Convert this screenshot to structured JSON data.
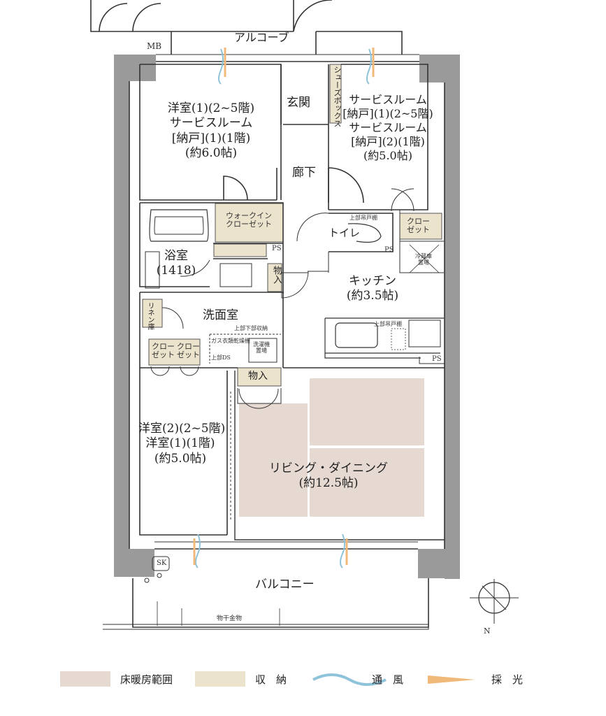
{
  "rooms": {
    "alcove": "アルコーブ",
    "mb": "MB",
    "entrance": "玄関",
    "shoe_box": "シューズボックス",
    "corridor": "廊下",
    "western1": [
      "洋室(1)(2~5階)",
      "サービスルーム",
      "[納戸](1)(1階)",
      "(約6.0帖)"
    ],
    "service": [
      "サービスルーム",
      "[納戸](1)(2~5階)",
      "サービスルーム",
      "[納戸](2)(1階)",
      "(約5.0帖)"
    ],
    "wic": [
      "ウォークイン",
      "クローゼット"
    ],
    "ps": "PS",
    "bath": [
      "浴室",
      "(1418)"
    ],
    "storage": "物入",
    "toilet": "トイレ",
    "upper_shelf": "上部吊戸棚",
    "closet": [
      "クロー",
      "ゼット"
    ],
    "fridge": [
      "冷蔵庫",
      "置場"
    ],
    "kitchen": [
      "キッチン",
      "(約3.5帖)"
    ],
    "linen": "リネン庫",
    "washroom": "洗面室",
    "under_storage": "上部下部収納",
    "gas_dryer": "ガス衣類乾燥機",
    "washer": [
      "洗濯機",
      "置場"
    ],
    "upper_ds": "上部DS",
    "western2": [
      "洋室(2)(2~5階)",
      "洋室(1)(1階)",
      "(約5.0帖)"
    ],
    "living": [
      "リビング・ダイニング",
      "(約12.5帖)"
    ],
    "sk": "SK",
    "balcony": "バルコニー",
    "laundry_hanger": "物干金物",
    "north": "N"
  },
  "legend": [
    {
      "label": "床暖房範囲",
      "color": "#e6d9d2"
    },
    {
      "label": "収　納",
      "color": "#ece3cd"
    },
    {
      "label": "通　風",
      "color": "#8fc3d9"
    },
    {
      "label": "採　光",
      "color": "#f0b97a"
    }
  ]
}
